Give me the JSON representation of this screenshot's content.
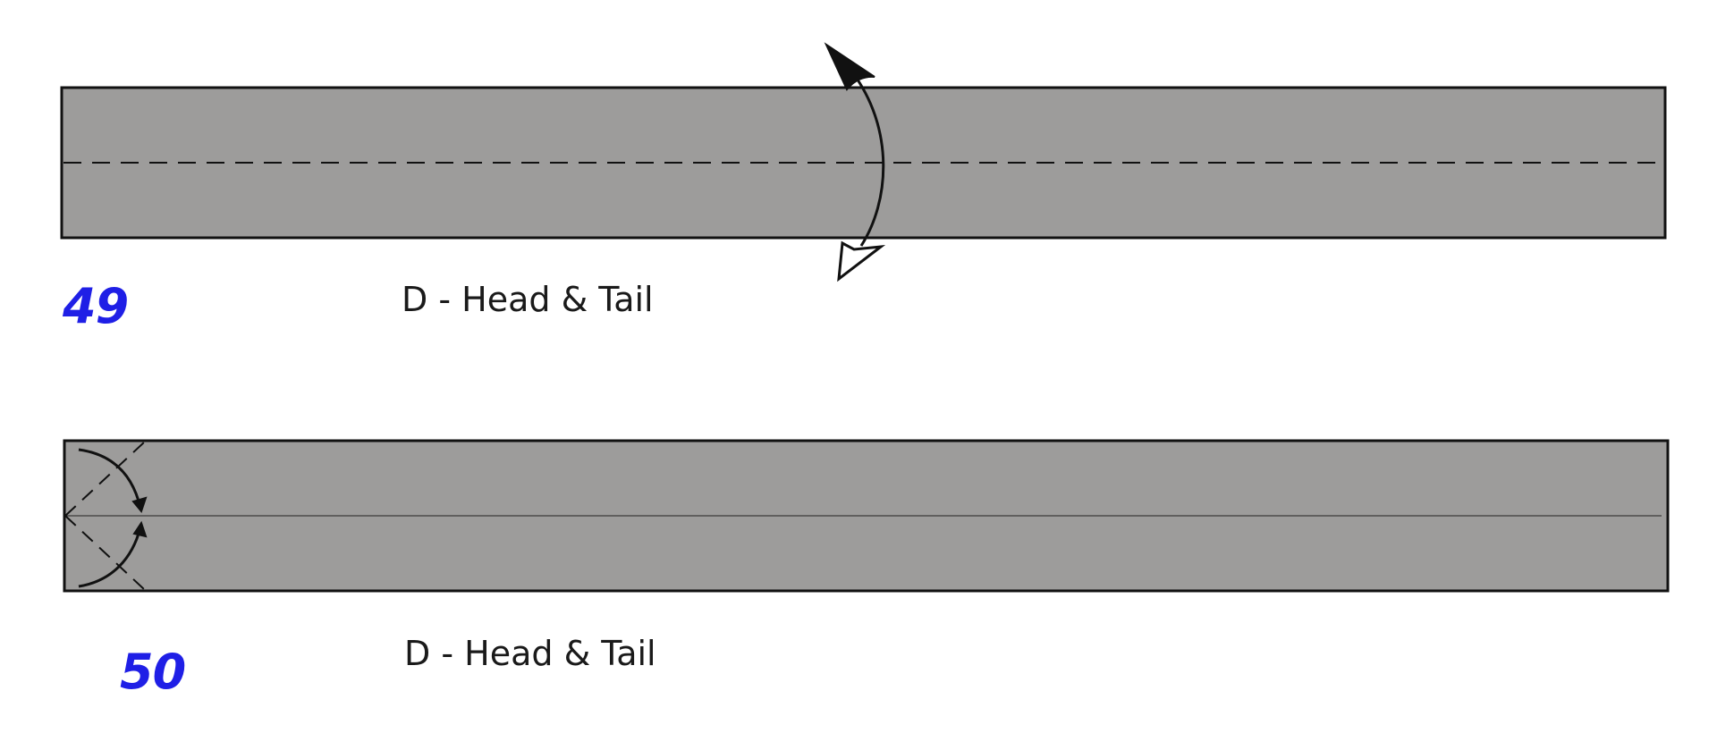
{
  "colors": {
    "paper": "#9d9c9b",
    "outline": "#111111",
    "step_number": "#1f1fe6",
    "text": "#1a1a1a"
  },
  "steps": [
    {
      "number": "49",
      "label": "D - Head & Tail",
      "instruction": "valley-fold-and-unfold-in-half-lengthwise",
      "icons": [
        "valley-fold-line",
        "fold-and-unfold-arrow"
      ]
    },
    {
      "number": "50",
      "label": "D - Head & Tail",
      "instruction": "fold-left-corners-to-center-line",
      "icons": [
        "valley-fold-line",
        "crease-line",
        "fold-arrow"
      ]
    }
  ]
}
